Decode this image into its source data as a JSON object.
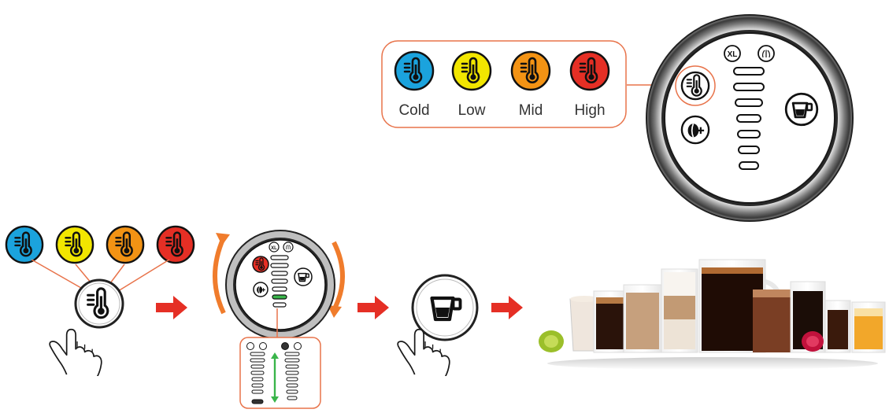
{
  "temperature_legend": {
    "items": [
      {
        "label": "Cold",
        "color": "#1ba3dd"
      },
      {
        "label": "Low",
        "color": "#f2e600"
      },
      {
        "label": "Mid",
        "color": "#f39314"
      },
      {
        "label": "High",
        "color": "#e52f25"
      }
    ],
    "outline_color": "#e8734a"
  },
  "panel": {
    "xl_label": "XL",
    "icons": [
      "thermometer-icon",
      "intensity-plus-icon",
      "cup-icon",
      "xl-icon",
      "steam-icon"
    ]
  },
  "steps": [
    {
      "id": "step-1",
      "icon": "thermometer-icon"
    },
    {
      "id": "step-2",
      "icon": "rotate-dial-icon"
    },
    {
      "id": "step-3",
      "icon": "cup-icon"
    },
    {
      "id": "step-4",
      "icon": "coffee-drinks"
    }
  ],
  "colors": {
    "arrow": "#e52f25",
    "accent": "#e8734a",
    "level_active": "#39b54a",
    "level_up_down": "#39b54a",
    "dark_ring": "#2a2a2a"
  }
}
